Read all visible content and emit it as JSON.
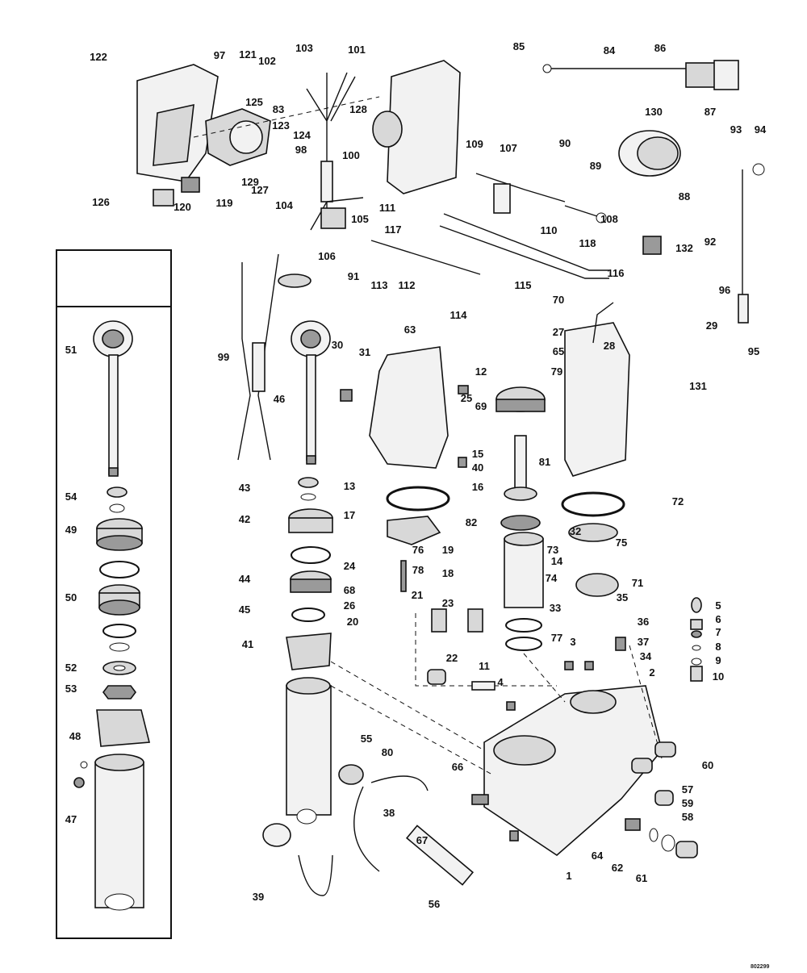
{
  "diagram": {
    "drawing_code": "802299",
    "callouts": [
      "1",
      "2",
      "3",
      "4",
      "5",
      "6",
      "7",
      "8",
      "9",
      "10",
      "11",
      "12",
      "13",
      "14",
      "15",
      "16",
      "17",
      "18",
      "19",
      "20",
      "21",
      "22",
      "23",
      "24",
      "25",
      "26",
      "27",
      "28",
      "29",
      "30",
      "31",
      "32",
      "33",
      "34",
      "35",
      "36",
      "37",
      "38",
      "39",
      "40",
      "41",
      "42",
      "43",
      "44",
      "45",
      "46",
      "47",
      "48",
      "49",
      "50",
      "51",
      "52",
      "53",
      "54",
      "55",
      "56",
      "57",
      "58",
      "59",
      "60",
      "61",
      "62",
      "63",
      "64",
      "65",
      "66",
      "67",
      "68",
      "69",
      "70",
      "71",
      "72",
      "73",
      "74",
      "75",
      "76",
      "77",
      "78",
      "79",
      "80",
      "81",
      "82",
      "83",
      "84",
      "85",
      "86",
      "87",
      "88",
      "89",
      "90",
      "91",
      "92",
      "93",
      "94",
      "95",
      "96",
      "97",
      "98",
      "99",
      "100",
      "101",
      "102",
      "103",
      "104",
      "105",
      "106",
      "107",
      "108",
      "109",
      "110",
      "111",
      "112",
      "113",
      "114",
      "115",
      "116",
      "117",
      "118",
      "119",
      "120",
      "121",
      "122",
      "123",
      "124",
      "125",
      "126",
      "127",
      "128",
      "129",
      "130",
      "131",
      "132"
    ]
  }
}
